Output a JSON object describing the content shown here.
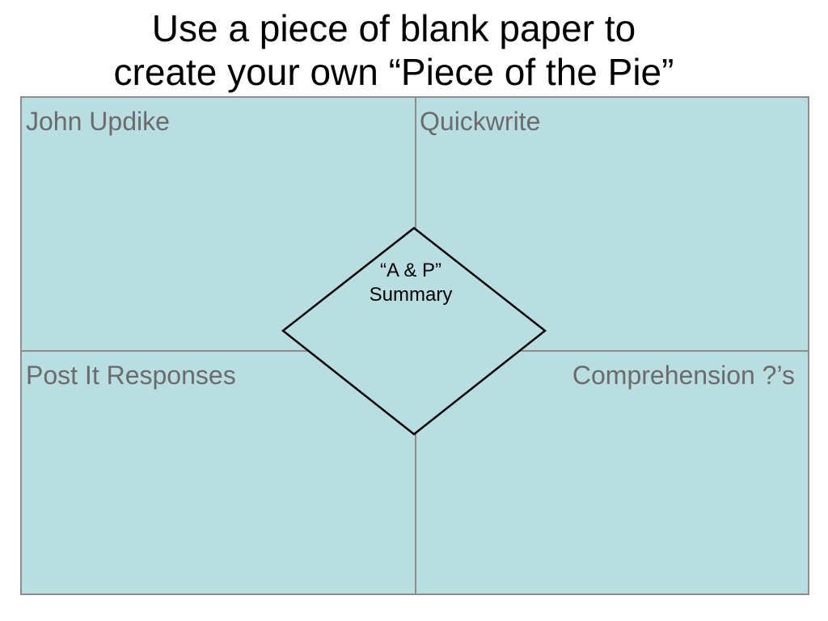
{
  "title": {
    "line1": "Use a piece of blank paper to",
    "line2": "create your own “Piece of the Pie”"
  },
  "quadrants": {
    "top_left": "John Updike",
    "top_right": "Quickwrite",
    "bottom_left": "Post It Responses",
    "bottom_right": "Comprehension ?’s"
  },
  "center": {
    "line1": "“A & P”",
    "line2": "Summary"
  },
  "colors": {
    "box_fill": "#b9dee2",
    "box_border": "#8c8c8c",
    "label_text": "#6b6b6b"
  }
}
